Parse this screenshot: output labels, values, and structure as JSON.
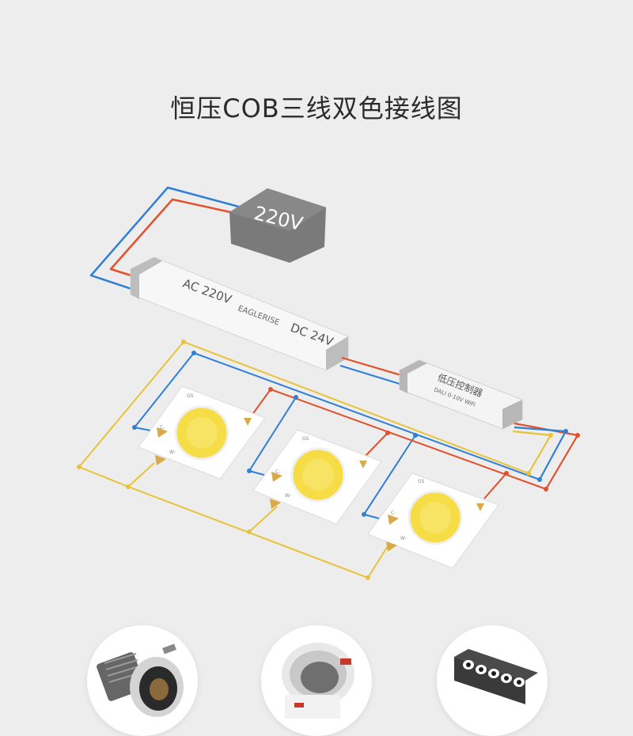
{
  "title": "恒压COB三线双色接线图",
  "source": {
    "label": "220V"
  },
  "driver": {
    "input_label": "AC 220V",
    "brand": "EAGLERISE",
    "output_label": "DC 24V"
  },
  "controller": {
    "title": "低压控制器",
    "subtitle": "DALI 0-10V WiFi"
  },
  "cob": {
    "brand": "GS",
    "pin_c": "C-",
    "pin_w": "W-"
  },
  "colors": {
    "ac_live": "#e2502c",
    "ac_neutral": "#2f7fd6",
    "warm_channel": "#e8c33a",
    "cool_channel": "#2f7fd6",
    "positive": "#e2502c",
    "cob_yellow": "#f6dc45",
    "arrow": "#d9a94a"
  },
  "products": [
    {
      "name": "spotlight-product"
    },
    {
      "name": "downlight-product"
    },
    {
      "name": "linear-grille-product"
    }
  ]
}
